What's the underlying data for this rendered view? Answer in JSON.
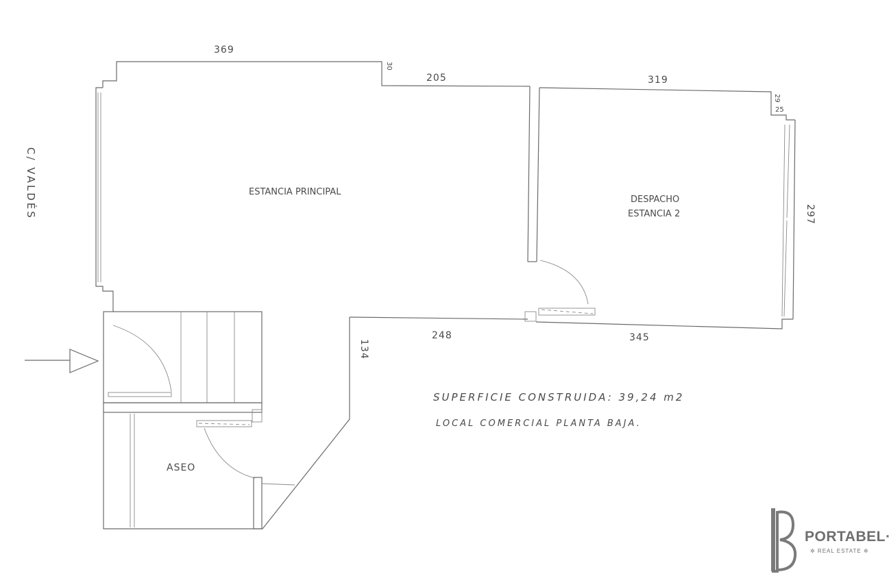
{
  "rooms": {
    "main": "ESTANCIA PRINCIPAL",
    "office_line1": "DESPACHO",
    "office_line2": "ESTANCIA 2",
    "toilet": "ASEO"
  },
  "street": "C/ VALDÉS",
  "dimensions": {
    "d369": "369",
    "d30": "30",
    "d205": "205",
    "d319": "319",
    "d29": "29",
    "d25": "25",
    "d297": "297",
    "d248": "248",
    "d345": "345",
    "d134": "134"
  },
  "notes": {
    "surface": "SUPERFICIE CONSTRUIDA: 39,24 m2",
    "type": "LOCAL COMERCIAL PLANTA BAJA."
  },
  "brand": {
    "name": "PORTABEL·LA",
    "tagline": "✲ REAL ESTATE ✲",
    "color": "#6f6f6f"
  }
}
